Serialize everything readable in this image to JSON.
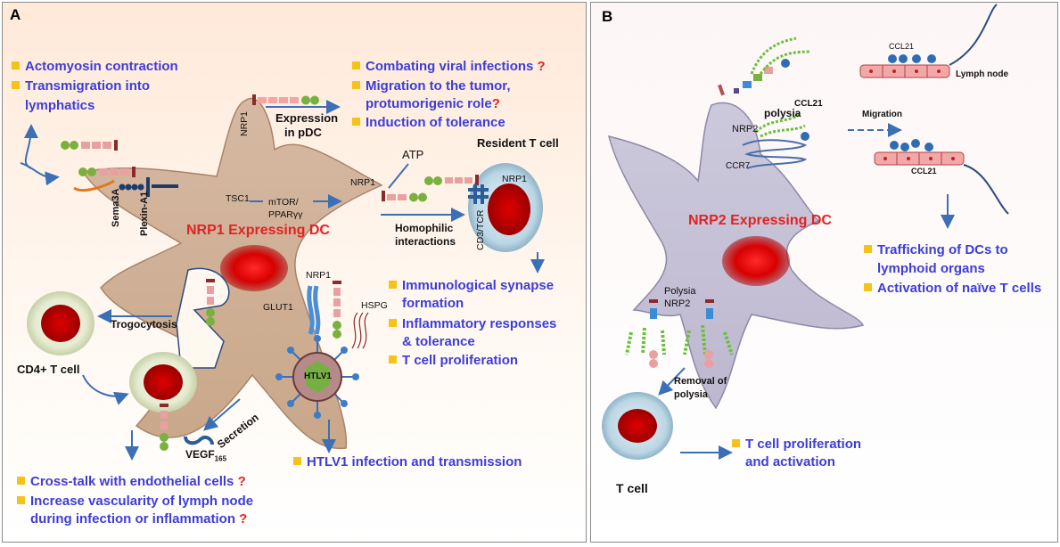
{
  "panel_a": {
    "letter": "A",
    "dc_title": "NRP1 Expressing DC",
    "actomyosin": "Actomyosin contraction",
    "transmigration_1": "Transmigration into",
    "transmigration_2": "lymphatics",
    "combating": "Combating viral infections",
    "migration_1": "Migration to the tumor,",
    "migration_2": "protumorigenic role",
    "induction": "Induction of tolerance",
    "question": "?",
    "expression_1": "Expression",
    "expression_2": "in pDC",
    "nrp1": "NRP1",
    "sema3a": "Sema3A",
    "plexin": "Plexin-A1",
    "tsc1": "TSC1",
    "mtor": "mTOR/",
    "ppar": "PPARγγ",
    "atp": "ATP",
    "resident": "Resident T cell",
    "homophilic_1": "Homophilic",
    "homophilic_2": "interactions",
    "cd3tcr": "CD3/TCR",
    "immuno_1": "Immunological synapse",
    "immuno_2": "formation",
    "inflam_1": "Inflammatory responses",
    "inflam_2": "& tolerance",
    "tcell_prolif": "T cell proliferation",
    "trogocytosis": "Trogocytosis",
    "glut1": "GLUT1",
    "hspg": "HSPG",
    "htlv1": "HTLV1",
    "cd4": "CD4+ T cell",
    "secretion": "Secretion",
    "vegf": "VEGF",
    "vegf_sub": "165",
    "htlv_infection": "HTLV1 infection and transmission",
    "crosstalk": "Cross-talk with endothelial cells",
    "vascularity_1": "Increase vascularity of lymph node",
    "vascularity_2": "during infection or inflammation"
  },
  "panel_b": {
    "letter": "B",
    "ccl21": "CCL21",
    "lymph_node": "Lymph node",
    "migration": "Migration",
    "polysia": "polysia",
    "polysia_cap": "Polysia",
    "nrp2": "NRP2",
    "ccr7": "CCR7",
    "dc_title": "NRP2 Expressing DC",
    "trafficking_1": "Trafficking  of DCs to",
    "trafficking_2": "lymphoid organs",
    "activation": "Activation of naïve T cells",
    "removal_1": "Removal of",
    "removal_2": "polysia",
    "tcell": "T cell",
    "prolif_1": "T cell proliferation",
    "prolif_2": "and activation"
  },
  "colors": {
    "accent_text": "#3d3dd8",
    "highlight_red": "#e32222",
    "bullet": "#f5c21a",
    "arrow": "#3b6fb6"
  }
}
